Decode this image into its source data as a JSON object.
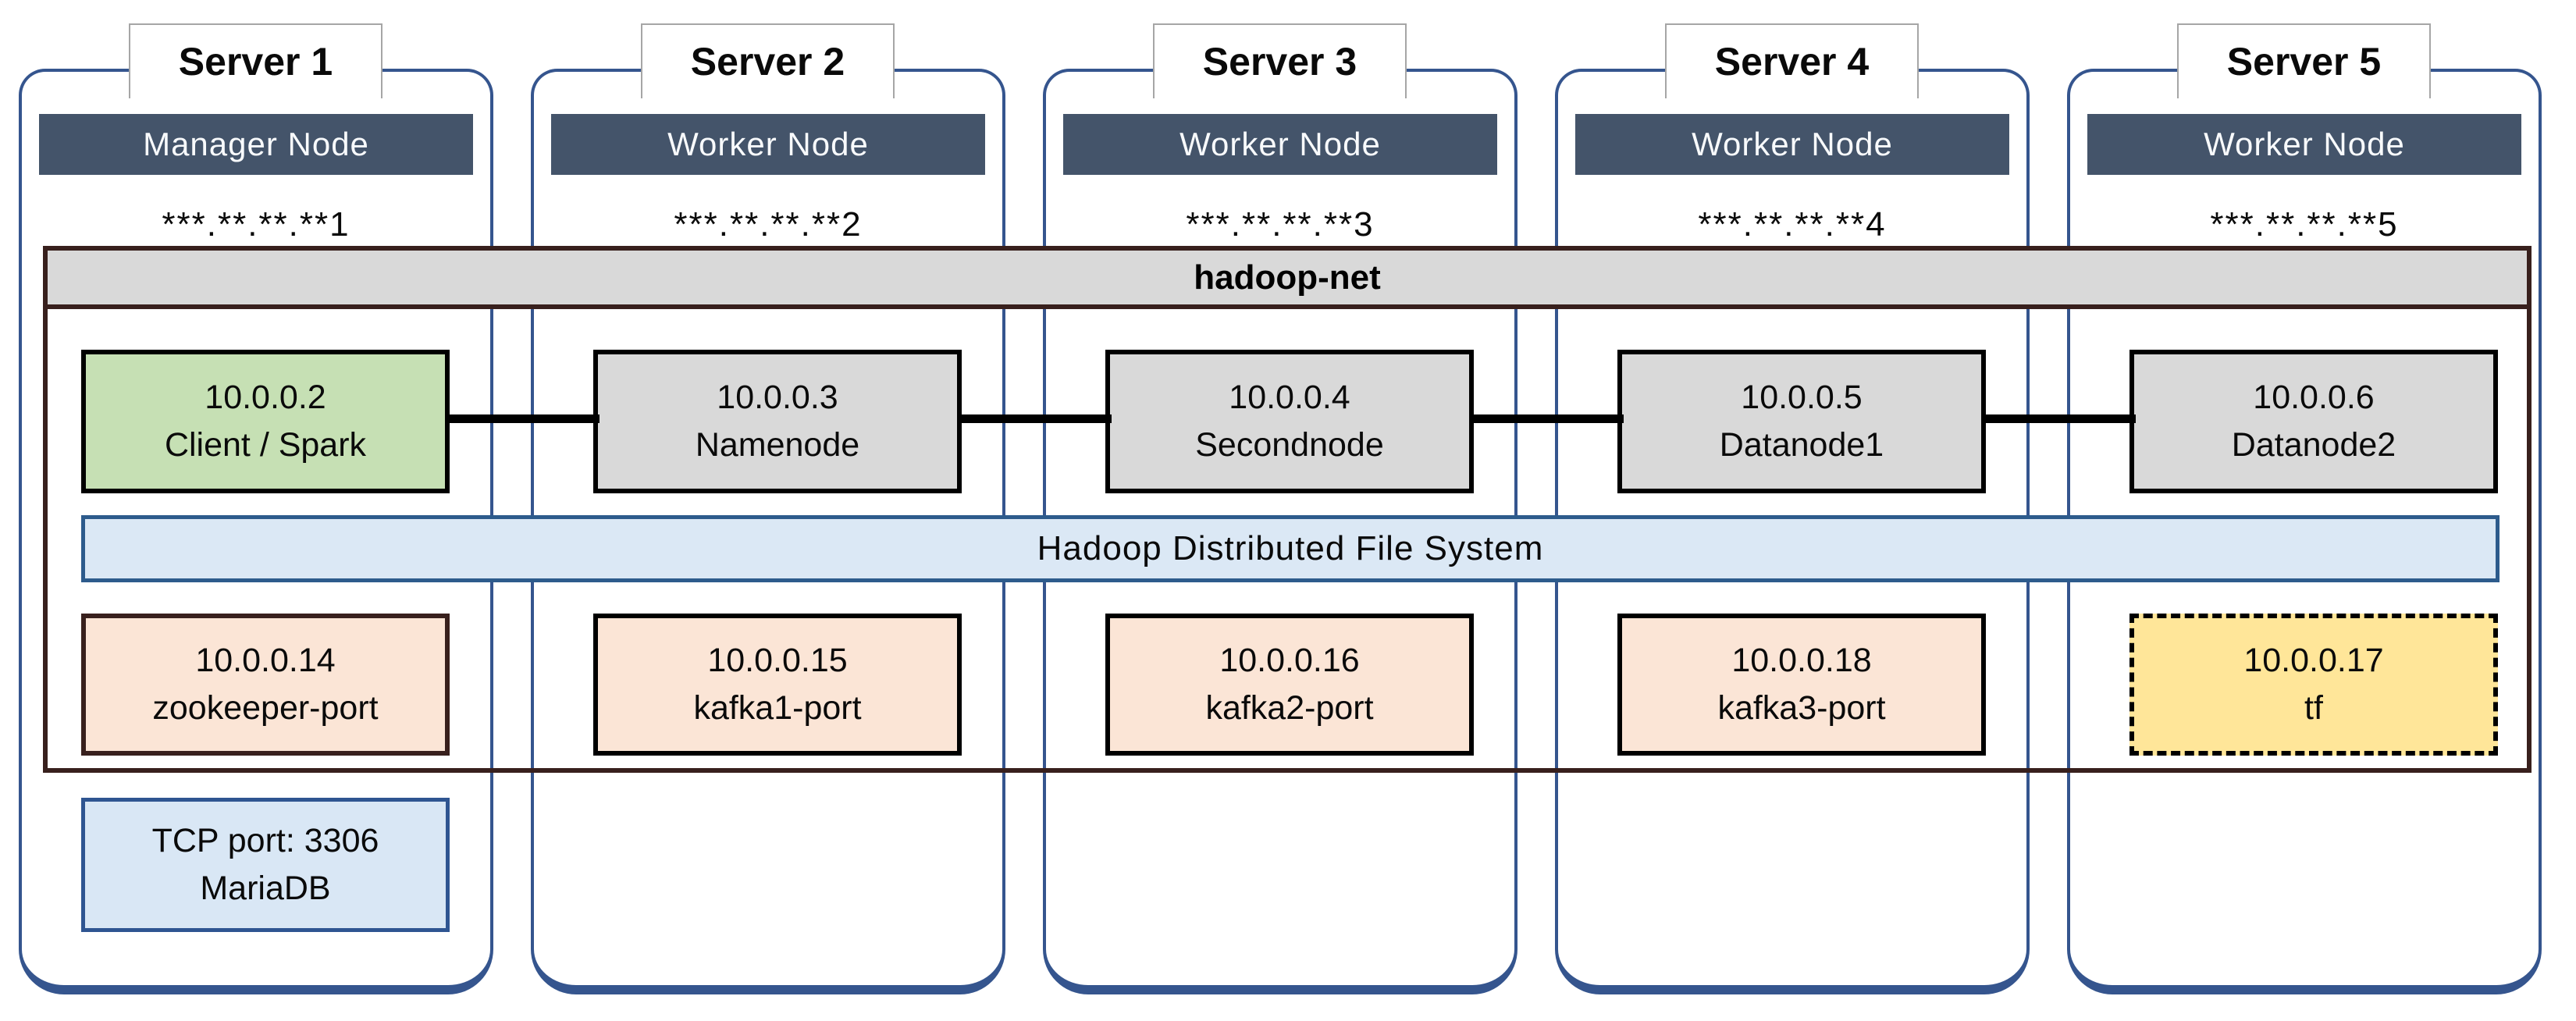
{
  "colors": {
    "accent-blue": "#35558e",
    "tab-border": "#a6a6a6",
    "header-bg": "#44546a",
    "net-border": "#38201d",
    "net-bg": "#d9d9d9",
    "node-gray": "#d9d9d9",
    "node-green": "#c6e0b4",
    "node-peach": "#fbe5d6",
    "node-yellow": "#ffe699",
    "hdfs-bg": "#dbe8f5",
    "hdfs-border": "#2d5b8c",
    "db-bg": "#d9e7f5",
    "db-border": "#2f5591"
  },
  "network": {
    "label": "hadoop-net"
  },
  "hdfs": {
    "label": "Hadoop Distributed File System"
  },
  "servers": [
    {
      "title": "Server 1",
      "role": "Manager Node",
      "ip": "***.**.**.**1",
      "net_node": {
        "ip": "10.0.0.2",
        "label": "Client / Spark"
      },
      "port_node": {
        "ip": "10.0.0.14",
        "label": "zookeeper-port"
      },
      "db_node": {
        "line1": "TCP port: 3306",
        "line2": "MariaDB"
      }
    },
    {
      "title": "Server 2",
      "role": "Worker Node",
      "ip": "***.**.**.**2",
      "net_node": {
        "ip": "10.0.0.3",
        "label": "Namenode"
      },
      "port_node": {
        "ip": "10.0.0.15",
        "label": "kafka1-port"
      }
    },
    {
      "title": "Server 3",
      "role": "Worker Node",
      "ip": "***.**.**.**3",
      "net_node": {
        "ip": "10.0.0.4",
        "label": "Secondnode"
      },
      "port_node": {
        "ip": "10.0.0.16",
        "label": "kafka2-port"
      }
    },
    {
      "title": "Server 4",
      "role": "Worker Node",
      "ip": "***.**.**.**4",
      "net_node": {
        "ip": "10.0.0.5",
        "label": "Datanode1"
      },
      "port_node": {
        "ip": "10.0.0.18",
        "label": "kafka3-port"
      }
    },
    {
      "title": "Server 5",
      "role": "Worker Node",
      "ip": "***.**.**.**5",
      "net_node": {
        "ip": "10.0.0.6",
        "label": "Datanode2"
      },
      "port_node": {
        "ip": "10.0.0.17",
        "label": "tf"
      }
    }
  ]
}
